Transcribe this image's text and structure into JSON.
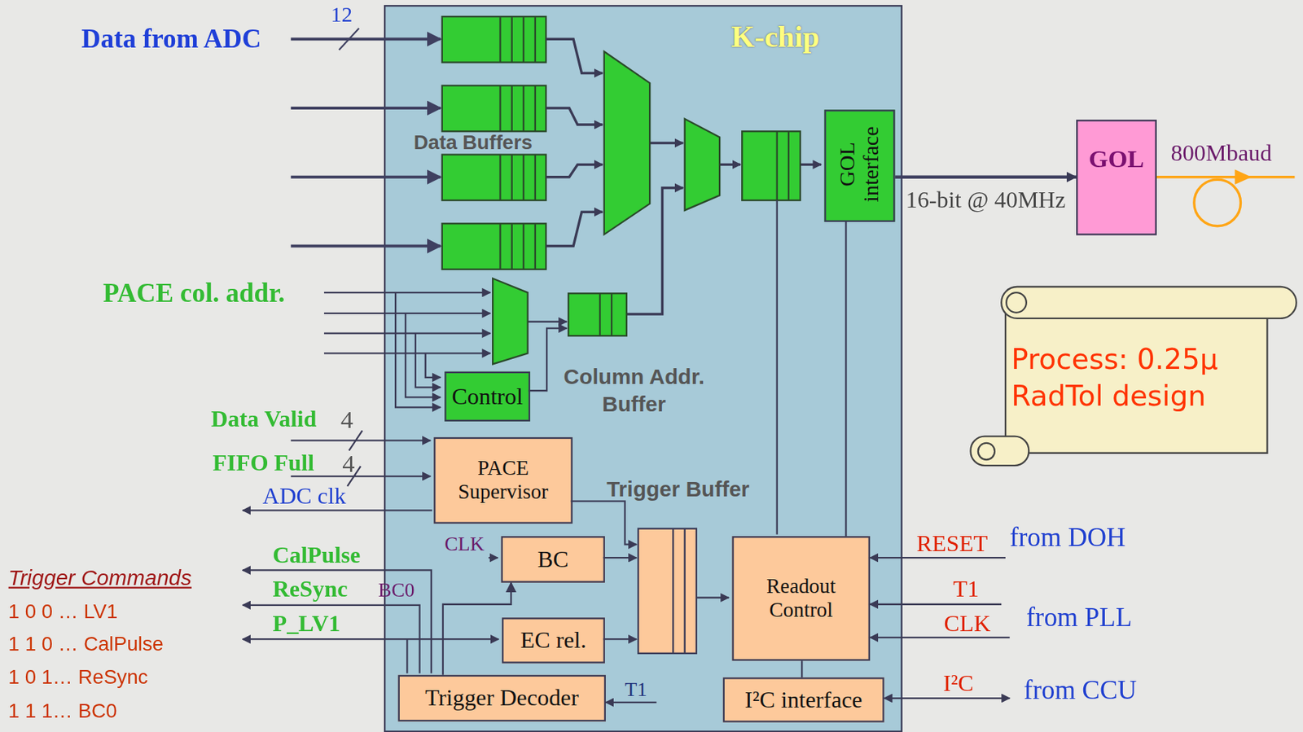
{
  "diagram": {
    "nodes": [
      {
        "text": [
          "K-chip"
        ]
      },
      {
        "text": [
          "GOL interface"
        ],
        "in": 0
      },
      {
        "text": [
          "Control"
        ],
        "in": 0
      },
      {
        "text": [
          "PACE Supervisor"
        ],
        "in": 0
      },
      {
        "text": [
          "BC"
        ],
        "in": 0
      },
      {
        "text": [
          "EC rel."
        ],
        "in": 0
      },
      {
        "text": [
          "Readout Control"
        ],
        "in": 0
      },
      {
        "text": [
          "Trigger Decoder"
        ],
        "in": 0
      },
      {
        "text": [
          "I²C interface"
        ],
        "in": 0
      },
      {
        "text": [
          "GOL"
        ]
      },
      {
        "text": [
          "Process: 0.25μ RadTol design"
        ]
      }
    ],
    "edges": [
      {
        "from": 7,
        "to": 4,
        "arrow": "to",
        "label": "BC0"
      },
      {
        "from": 1,
        "to": 9,
        "arrow": "to",
        "label": "16-bit @ 40MHz"
      },
      {
        "from": 6,
        "to": 1,
        "arrow": "none"
      },
      {
        "from": 6,
        "to": 8,
        "arrow": "none"
      }
    ],
    "labels": [
      "Data from ADC",
      "12",
      "Data Buffers",
      "PACE col. addr.",
      "Column Addr. Buffer",
      "Data Valid",
      "4",
      "FIFO Full",
      "4",
      "ADC clk",
      "Trigger Buffer",
      "CLK",
      "CalPulse",
      "ReSync",
      "P_LV1",
      "Trigger Commands",
      "1 0 0 … LV1",
      "1 1 0 … CalPulse",
      "1 0 1… ReSync",
      "1 1 1… BC0",
      "T1",
      "RESET",
      "from DOH",
      "T1",
      "CLK",
      "from PLL",
      "I²C",
      "from CCU",
      "800Mbaud"
    ]
  }
}
